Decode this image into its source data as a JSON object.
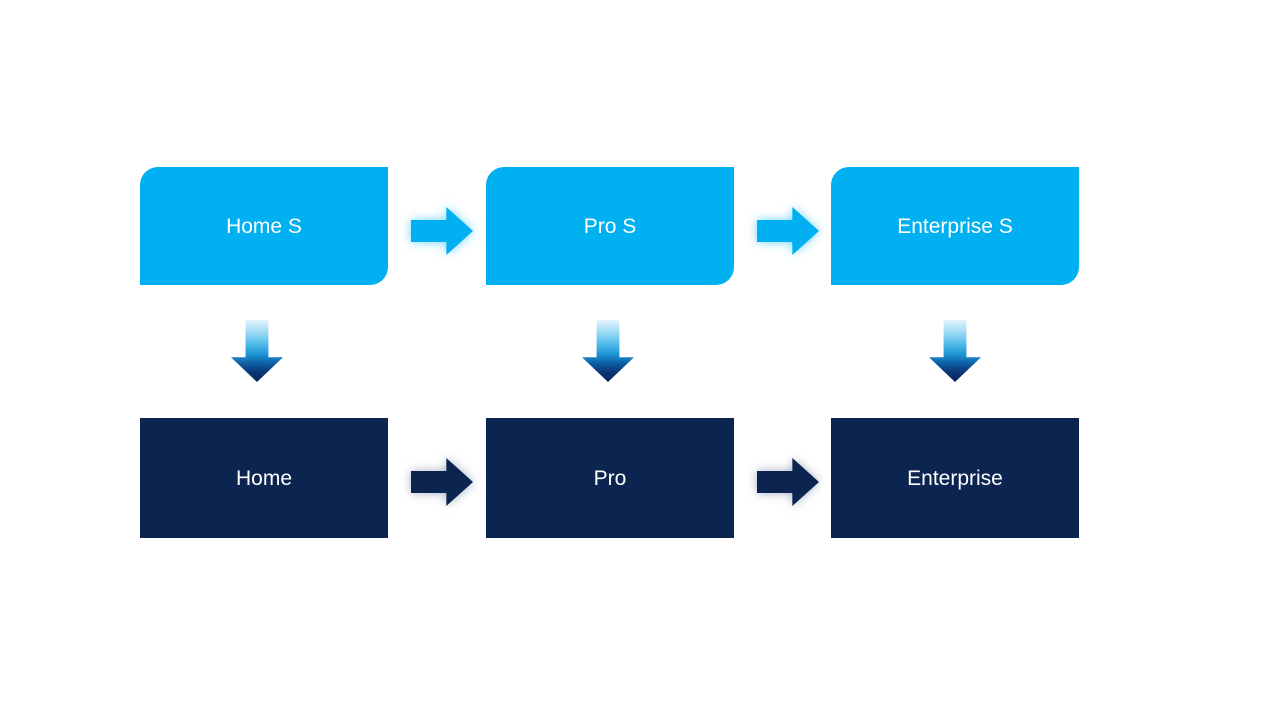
{
  "diagram": {
    "title": "edition-upgrade-flow",
    "columns": [
      {
        "top_label": "Home S",
        "bottom_label": "Home"
      },
      {
        "top_label": "Pro S",
        "bottom_label": "Pro"
      },
      {
        "top_label": "Enterprise S",
        "bottom_label": "Enterprise"
      }
    ],
    "colors": {
      "top_box_fill": "#00b0f0",
      "bottom_box_fill": "#0c2550",
      "label_text": "#ffffff",
      "light_arrow_fill": "#00b0f0",
      "dark_arrow_fill": "#0c2550",
      "down_arrow_gradient_start": "#e3f4fc",
      "down_arrow_gradient_end": "#0a2254",
      "background": "#ffffff"
    }
  }
}
